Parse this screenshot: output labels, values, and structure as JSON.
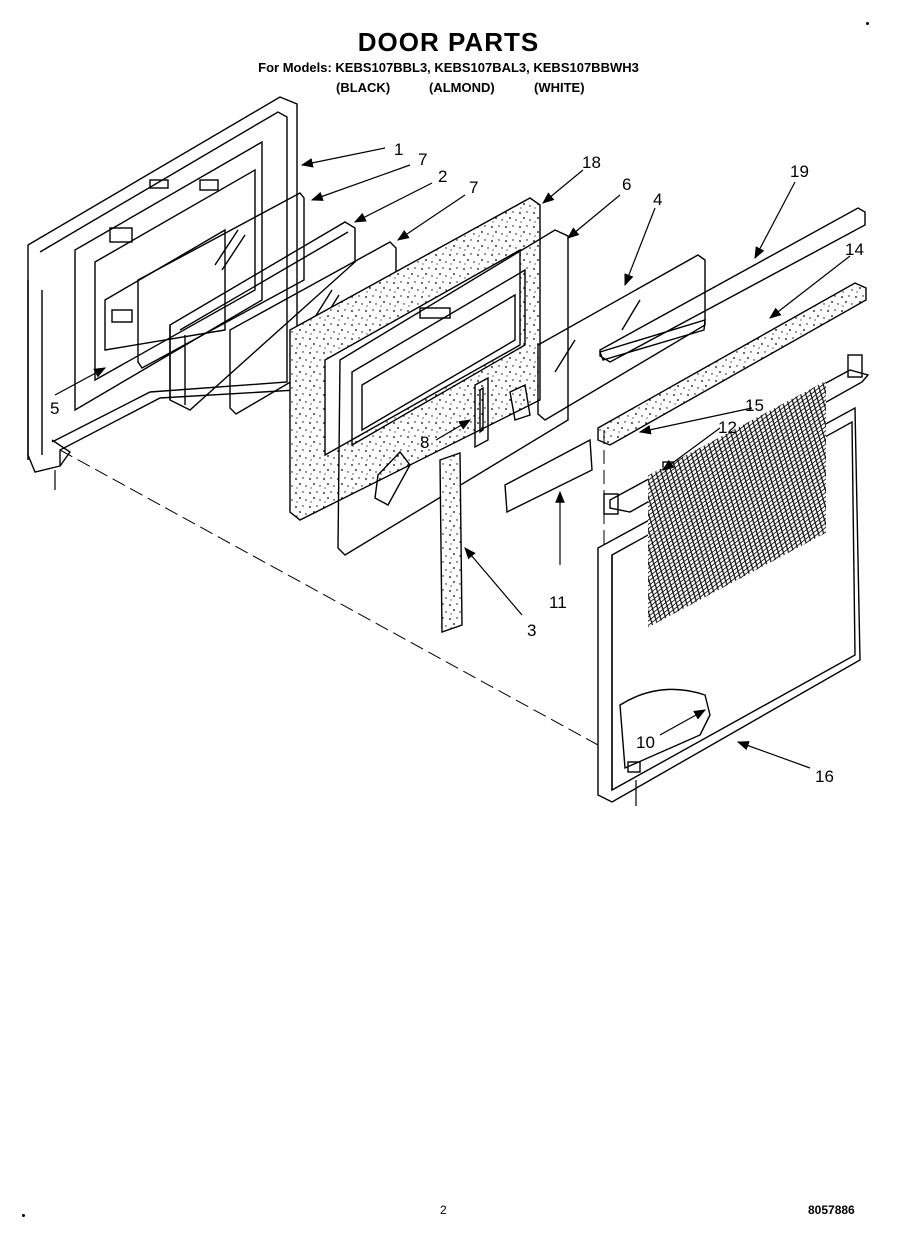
{
  "header": {
    "title": "DOOR PARTS",
    "models_line": "For Models: KEBS107BBL3, KEBS107BAL3, KEBS107BBWH3",
    "colors": [
      "(BLACK)",
      "(ALMOND)",
      "(WHITE)"
    ]
  },
  "callouts": {
    "c1": "1",
    "c2": "2",
    "c3": "3",
    "c4": "4",
    "c5": "5",
    "c6": "6",
    "c7a": "7",
    "c7b": "7",
    "c8": "8",
    "c10": "10",
    "c11": "11",
    "c12": "12",
    "c14": "14",
    "c15": "15",
    "c16": "16",
    "c18": "18",
    "c19": "19"
  },
  "footer": {
    "page_number": "2",
    "doc_code": "8057886"
  }
}
